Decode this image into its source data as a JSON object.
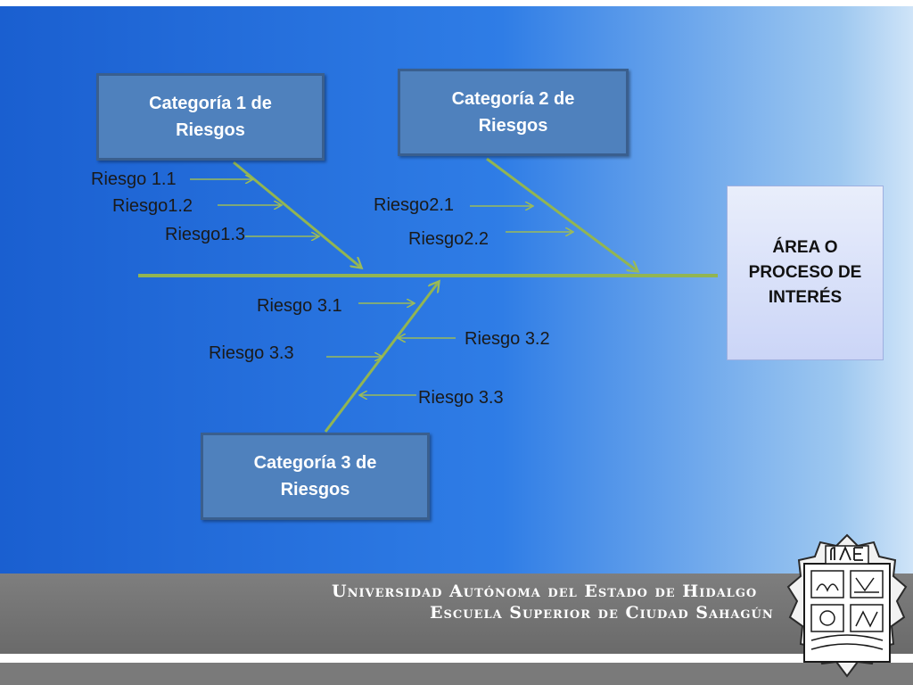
{
  "categories": {
    "cat1": {
      "line1": "Categoría 1 de",
      "line2": "Riesgos"
    },
    "cat2": {
      "line1": "Categoría 2 de",
      "line2": "Riesgos"
    },
    "cat3": {
      "line1": "Categoría 3 de",
      "line2": "Riesgos"
    }
  },
  "target": {
    "line1": "ÁREA O",
    "line2": "PROCESO DE",
    "line3": "INTERÉS"
  },
  "risks": {
    "r11": "Riesgo 1.1",
    "r12": "Riesgo1.2",
    "r13": "Riesgo1.3",
    "r21": "Riesgo2.1",
    "r22": "Riesgo2.2",
    "r31": "Riesgo 3.1",
    "r32": "Riesgo 3.2",
    "r33a": "Riesgo 3.3",
    "r33b": "Riesgo 3.3"
  },
  "footer": {
    "line1": "Universidad Autónoma del Estado de Hidalgo",
    "line2": "Escuela Superior de Ciudad Sahagún"
  },
  "colors": {
    "arrow_green": "#9bbb59",
    "box_blue": "#4f81bd"
  },
  "icons": {
    "seal": "uaeh-seal-icon"
  }
}
